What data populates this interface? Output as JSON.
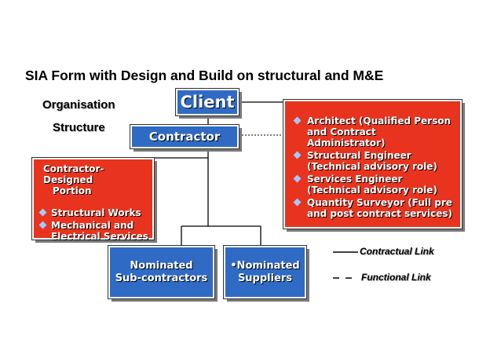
{
  "slide": {
    "title": "SIA Form with Design and Build on structural and M&E",
    "organisation_line1": "Organisation",
    "organisation_line2": "Structure"
  },
  "boxes": {
    "client": "Client",
    "contractor": "Contractor",
    "contractor_designed": {
      "title_line1": "Contractor-Designed",
      "title_line2": "Portion",
      "items": [
        {
          "line1": "Structural Works",
          "line2": ""
        },
        {
          "line1": "Mechanical and",
          "line2": "Electrical Services"
        }
      ]
    },
    "consultants": {
      "items": [
        {
          "line1": "Architect (Qualified Person",
          "line2": "and Contract Administrator)"
        },
        {
          "line1": "Structural Engineer",
          "line2": "(Technical advisory role)"
        },
        {
          "line1": "Services Engineer",
          "line2": "(Technical advisory role)"
        },
        {
          "line1": "Quantity Surveyor (Full pre",
          "line2": "and post contract services)"
        }
      ]
    },
    "nominated_subcontractors": {
      "line1": "Nominated",
      "line2": "Sub-contractors"
    },
    "nominated_suppliers": {
      "line1": "•Nominated",
      "line2": "Suppliers"
    }
  },
  "legend": {
    "contractual": "Contractual Link",
    "functional": "Functional Link"
  },
  "colors": {
    "blue_box": "#2f6bc4",
    "red_box": "#e8341e",
    "bullet": "#9ecbff"
  },
  "icons": [
    "diamond-bullet-icon"
  ]
}
